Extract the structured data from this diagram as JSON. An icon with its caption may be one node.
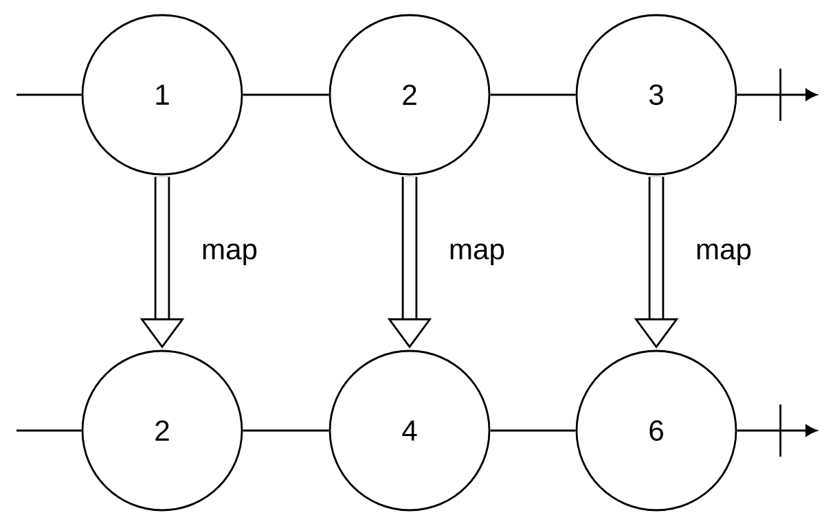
{
  "diagram": {
    "nodes": [
      {
        "text": [
          "1"
        ]
      },
      {
        "text": [
          "2"
        ]
      },
      {
        "text": [
          "3"
        ]
      },
      {
        "text": [
          "2"
        ]
      },
      {
        "text": [
          "4"
        ]
      },
      {
        "text": [
          "6"
        ]
      }
    ],
    "edges": [
      {
        "from": null,
        "to": 0,
        "arrow": "none"
      },
      {
        "from": 0,
        "to": 1,
        "arrow": "none"
      },
      {
        "from": 1,
        "to": 2,
        "arrow": "none"
      },
      {
        "from": 2,
        "to": null,
        "arrow": "to"
      },
      {
        "from": null,
        "to": 3,
        "arrow": "none"
      },
      {
        "from": 3,
        "to": 4,
        "arrow": "none"
      },
      {
        "from": 4,
        "to": 5,
        "arrow": "none"
      },
      {
        "from": 5,
        "to": null,
        "arrow": "to"
      },
      {
        "from": 0,
        "to": 3,
        "arrow": "to",
        "label": "map",
        "style": "thick"
      },
      {
        "from": 1,
        "to": 4,
        "arrow": "to",
        "label": "map",
        "style": "thick"
      },
      {
        "from": 2,
        "to": 5,
        "arrow": "to",
        "label": "map",
        "style": "thick"
      }
    ]
  }
}
